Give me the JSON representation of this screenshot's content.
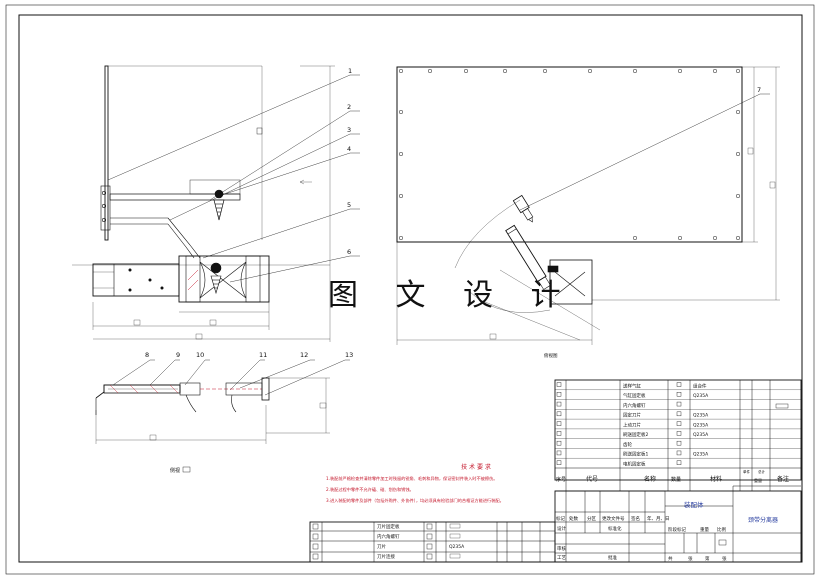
{
  "watermark": "图 文 设 计",
  "view_caption": "俯视图",
  "side_view_caption": "侧视",
  "part_numbers": [
    "1",
    "2",
    "3",
    "4",
    "5",
    "6",
    "7",
    "8",
    "9",
    "10",
    "11",
    "12",
    "13"
  ],
  "notes": {
    "title": "技 术 要 求",
    "lines": [
      "1.装配前严格检查并清除零件加工时残留的锐角、毛刺和异物，保证密封件装入时不被擦伤。",
      "2.装配过程中零件不允许磕、碰、划伤和锈蚀。",
      "3.进入装配的零件及部件（包括外购件、外协件），均必须具有检验部门的合格证方能进行装配。"
    ]
  },
  "bom_upper": [
    {
      "no": "",
      "name": "送样气缸",
      "qty": "",
      "material": "组合件"
    },
    {
      "no": "",
      "name": "气缸固定板",
      "qty": "",
      "material": "Q235A"
    },
    {
      "no": "",
      "name": "内六角螺钉",
      "qty": "",
      "material": ""
    },
    {
      "no": "",
      "name": "固定刀片",
      "qty": "",
      "material": "Q235A"
    },
    {
      "no": "",
      "name": "上动刀片",
      "qty": "",
      "material": "Q235A"
    },
    {
      "no": "",
      "name": "刷送固定板2",
      "qty": "",
      "material": "Q235A"
    },
    {
      "no": "",
      "name": "齿轮",
      "qty": "",
      "material": ""
    },
    {
      "no": "",
      "name": "刷送固定板1",
      "qty": "",
      "material": "Q235A"
    },
    {
      "no": "",
      "name": "电机固定板",
      "qty": "",
      "material": ""
    }
  ],
  "bom_header": {
    "seq": "序号",
    "code": "代号",
    "name": "名称",
    "qty": "数量",
    "material": "材料",
    "unit_weight": "单件",
    "total_weight": "总计",
    "weight": "重量",
    "remarks": "备注"
  },
  "bom_lower": [
    {
      "no": "",
      "name": "刀片固定板",
      "qty": "",
      "material": ""
    },
    {
      "no": "",
      "name": "内六角螺钉",
      "qty": "",
      "material": ""
    },
    {
      "no": "",
      "name": "刀片",
      "qty": "",
      "material": "Q235A"
    },
    {
      "no": "",
      "name": "刀片连接",
      "qty": "",
      "material": ""
    }
  ],
  "title_block": {
    "assembly": "装配体",
    "drawing_name": "颈带分离器",
    "mark": "标记",
    "count": "处数",
    "zone": "分区",
    "doc_no": "更改文件号",
    "signature": "签名",
    "date": "年、月、日",
    "design": "设计",
    "standardize": "标准化",
    "review": "审核",
    "process": "工艺",
    "approve": "批准",
    "stage_mark": "阶段标记",
    "weight": "重量",
    "scale": "比例",
    "sheets_total": "共",
    "sheets_of": "张",
    "sheet_no": "第",
    "sheet_unit": "张"
  },
  "colors": {
    "line": "#111111",
    "red": "#c4162a",
    "thin": "#444444"
  }
}
